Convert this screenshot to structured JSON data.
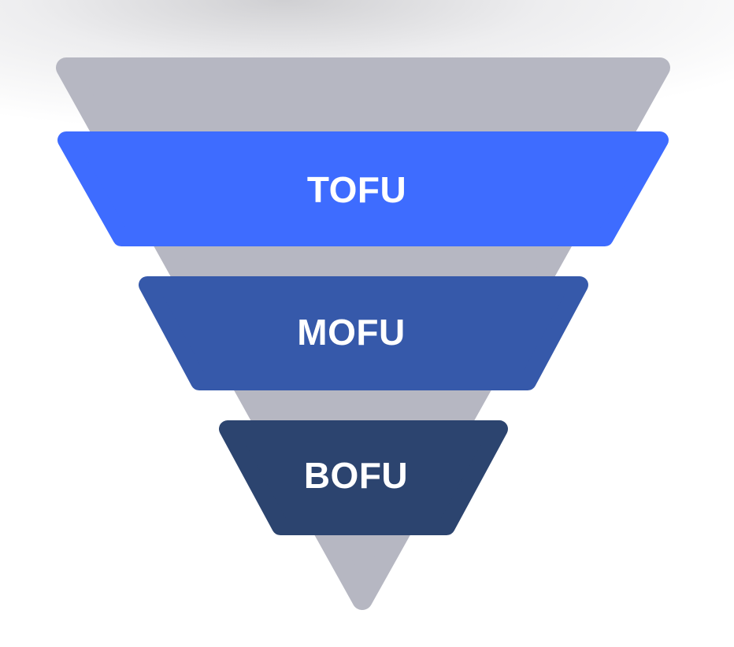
{
  "funnel": {
    "background_color": "#b6b7c2",
    "stages": [
      {
        "label": "TOFU",
        "color": "#3e6cff"
      },
      {
        "label": "MOFU",
        "color": "#3659aa"
      },
      {
        "label": "BOFU",
        "color": "#2c446f"
      }
    ]
  }
}
